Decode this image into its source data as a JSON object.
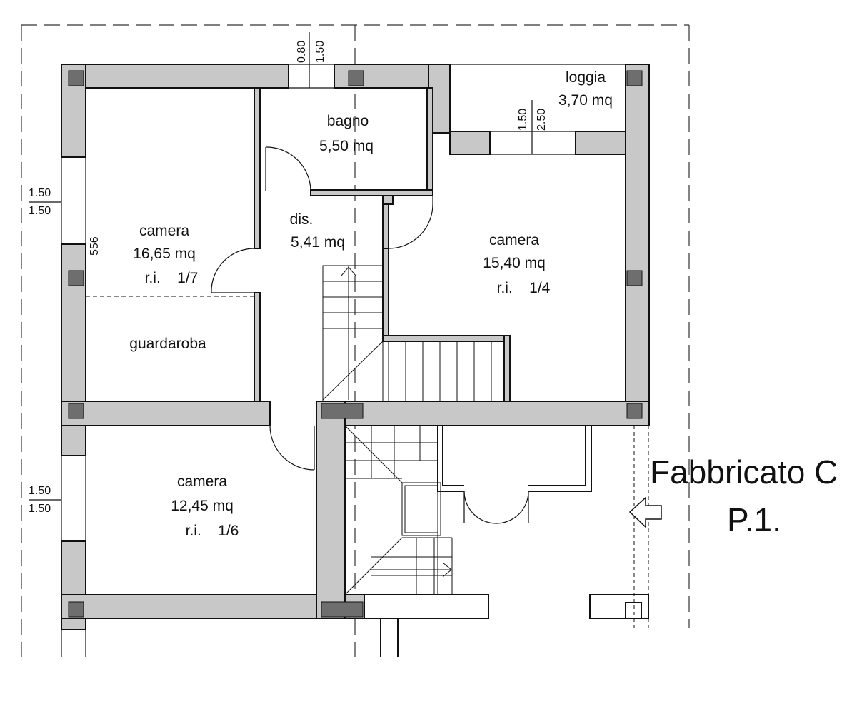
{
  "rooms": {
    "camera_nw": {
      "name": "camera",
      "area": "16,65 mq",
      "ri": "r.i.    1/7"
    },
    "guardaroba": {
      "name": "guardaroba"
    },
    "bagno": {
      "name": "bagno",
      "area": "5,50 mq"
    },
    "dis": {
      "name": "dis.",
      "area": "5,41 mq"
    },
    "camera_e": {
      "name": "camera",
      "area": "15,40 mq",
      "ri": "r.i.    1/4"
    },
    "loggia": {
      "name": "loggia",
      "area": "3,70 mq"
    },
    "camera_sw": {
      "name": "camera",
      "area": "12,45 mq",
      "ri": "r.i.    1/6"
    }
  },
  "dimensions": {
    "window_bagno_a": "0.80",
    "window_bagno_b": "1.50",
    "window_loggia_a": "1.50",
    "window_loggia_b": "2.50",
    "window_w1_top": "1.50",
    "window_w1_bottom": "1.50",
    "window_w2_top": "1.50",
    "window_w2_bottom": "1.50",
    "height_556": "556"
  },
  "building": {
    "label": "Fabbricato C",
    "floor": "P.1."
  },
  "colors": {
    "wall": "#c8c8c8",
    "pillar": "#6e6e6e",
    "line": "#111111"
  }
}
